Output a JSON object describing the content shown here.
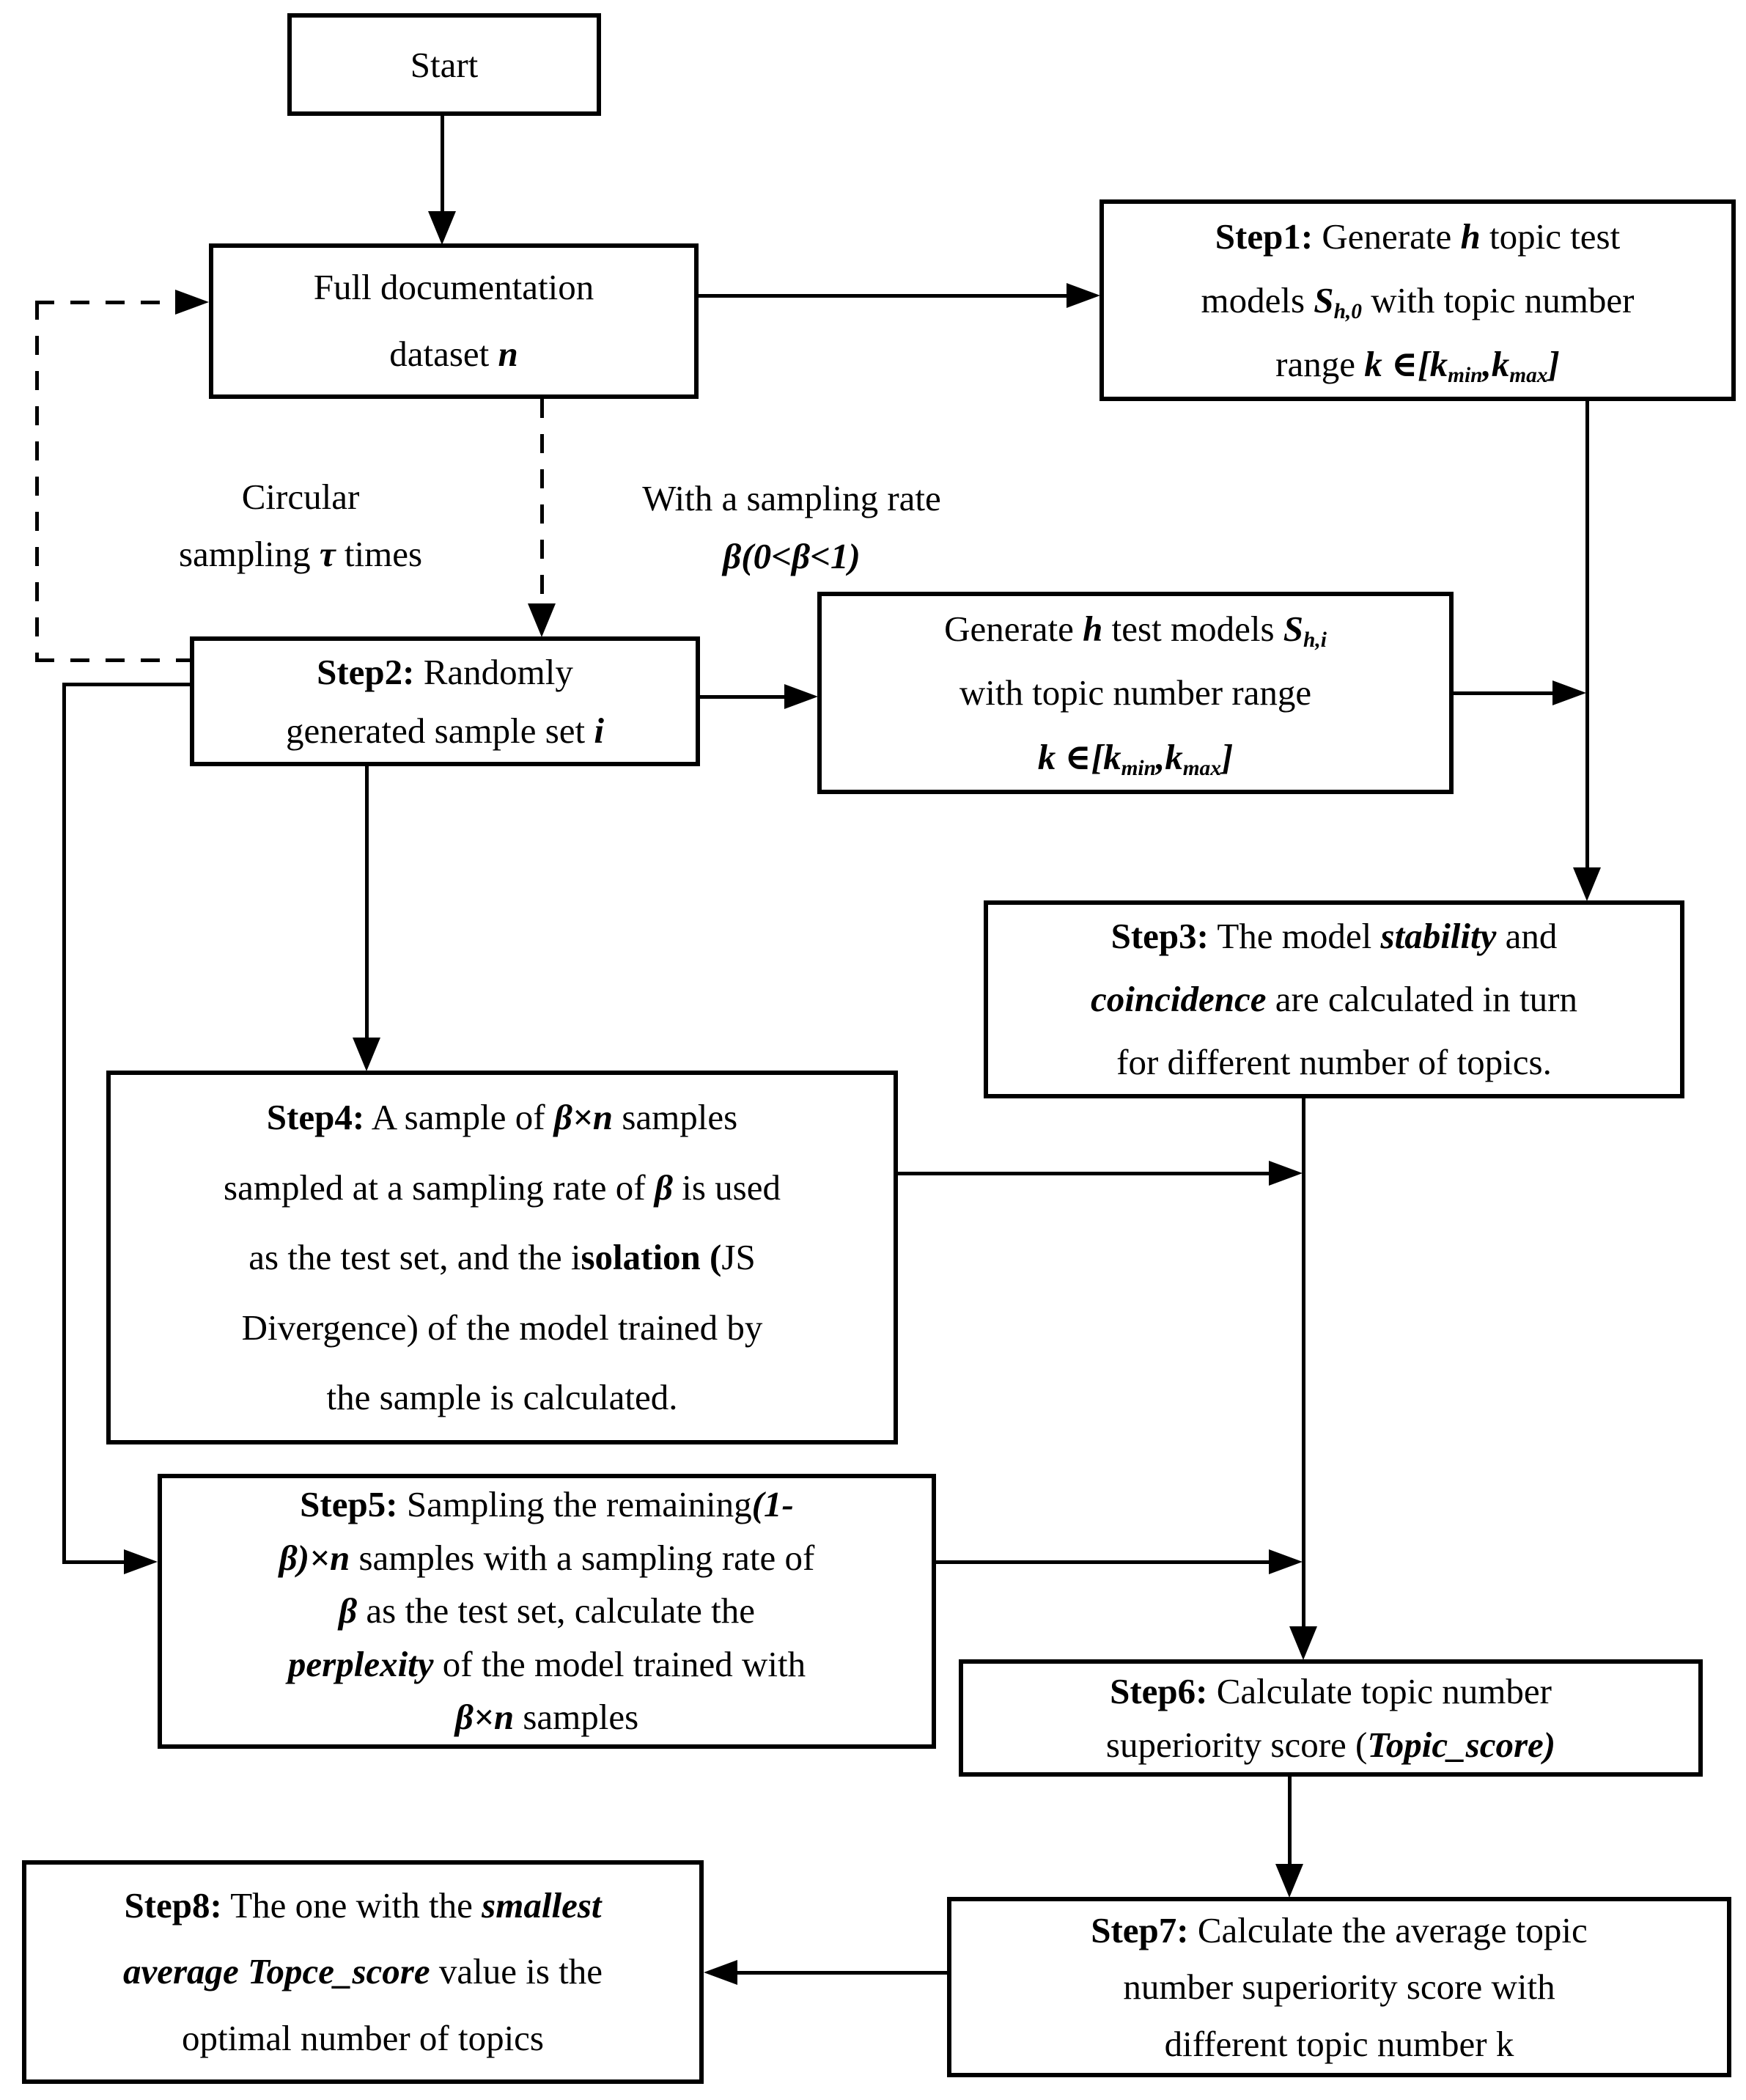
{
  "figure": {
    "type": "flowchart",
    "colors": {
      "background": "#ffffff",
      "stroke": "#000000",
      "text": "#000000"
    }
  },
  "boxes": {
    "start": {
      "lines": [
        [
          {
            "t": "Start",
            "s": "r"
          }
        ]
      ]
    },
    "fulldoc": {
      "lines": [
        [
          {
            "t": "Full documentation",
            "s": "r"
          }
        ],
        [
          {
            "t": "dataset ",
            "s": "r"
          },
          {
            "t": "n",
            "s": "bi"
          }
        ]
      ]
    },
    "step1": {
      "lines": [
        [
          {
            "t": "Step1:",
            "s": "b"
          },
          {
            "t": " Generate ",
            "s": "r"
          },
          {
            "t": "h",
            "s": "bi"
          },
          {
            "t": " topic test",
            "s": "r"
          }
        ],
        [
          {
            "t": "models ",
            "s": "r"
          },
          {
            "t": "S",
            "s": "bi"
          },
          {
            "t": "h,0",
            "s": "bi",
            "sub": true
          },
          {
            "t": " with topic number",
            "s": "r"
          }
        ],
        [
          {
            "t": "range ",
            "s": "r"
          },
          {
            "t": "k",
            "s": "bi"
          },
          {
            "t": " ∈[",
            "s": "bi"
          },
          {
            "t": "k",
            "s": "bi"
          },
          {
            "t": "min",
            "s": "bi",
            "sub": true
          },
          {
            "t": ",",
            "s": "bi"
          },
          {
            "t": "k",
            "s": "bi"
          },
          {
            "t": "max",
            "s": "bi",
            "sub": true
          },
          {
            "t": "]",
            "s": "bi"
          }
        ]
      ]
    },
    "step2": {
      "lines": [
        [
          {
            "t": "Step2:",
            "s": "b"
          },
          {
            "t": " Randomly",
            "s": "r"
          }
        ],
        [
          {
            "t": "generated sample set ",
            "s": "r"
          },
          {
            "t": "i",
            "s": "bi"
          }
        ]
      ]
    },
    "gen": {
      "lines": [
        [
          {
            "t": "Generate ",
            "s": "r"
          },
          {
            "t": "h",
            "s": "bi"
          },
          {
            "t": " test models ",
            "s": "r"
          },
          {
            "t": "S",
            "s": "bi"
          },
          {
            "t": "h,i",
            "s": "bi",
            "sub": true
          }
        ],
        [
          {
            "t": "with topic number range",
            "s": "r"
          }
        ],
        [
          {
            "t": "k",
            "s": "bi"
          },
          {
            "t": " ∈[",
            "s": "bi"
          },
          {
            "t": "k",
            "s": "bi"
          },
          {
            "t": "min",
            "s": "bi",
            "sub": true
          },
          {
            "t": ",",
            "s": "bi"
          },
          {
            "t": "k",
            "s": "bi"
          },
          {
            "t": "max",
            "s": "bi",
            "sub": true
          },
          {
            "t": "]",
            "s": "bi"
          }
        ]
      ]
    },
    "step3": {
      "lines": [
        [
          {
            "t": "Step3:",
            "s": "b"
          },
          {
            "t": " The model ",
            "s": "r"
          },
          {
            "t": "stability",
            "s": "bi"
          },
          {
            "t": " and",
            "s": "r"
          }
        ],
        [
          {
            "t": "coincidence",
            "s": "bi"
          },
          {
            "t": " are calculated in turn",
            "s": "r"
          }
        ],
        [
          {
            "t": "for different number of topics.",
            "s": "r"
          }
        ]
      ]
    },
    "step4": {
      "lines": [
        [
          {
            "t": "Step4:",
            "s": "b"
          },
          {
            "t": " A sample of ",
            "s": "r"
          },
          {
            "t": "β×n",
            "s": "bi"
          },
          {
            "t": " samples",
            "s": "r"
          }
        ],
        [
          {
            "t": "sampled at a sampling rate of ",
            "s": "r"
          },
          {
            "t": "β",
            "s": "bi"
          },
          {
            "t": " is used",
            "s": "r"
          }
        ],
        [
          {
            "t": "as the test set, and the i",
            "s": "r"
          },
          {
            "t": "solation (",
            "s": "b"
          },
          {
            "t": "JS",
            "s": "r"
          }
        ],
        [
          {
            "t": "Divergence) of the model trained by",
            "s": "r"
          }
        ],
        [
          {
            "t": "the sample is calculated.",
            "s": "r"
          }
        ]
      ]
    },
    "step5": {
      "lines": [
        [
          {
            "t": "Step5:",
            "s": "b"
          },
          {
            "t": " Sampling the remaining",
            "s": "r"
          },
          {
            "t": "(1-",
            "s": "bi"
          }
        ],
        [
          {
            "t": "β)×n",
            "s": "bi"
          },
          {
            "t": " samples with a sampling rate of",
            "s": "r"
          }
        ],
        [
          {
            "t": "β",
            "s": "bi"
          },
          {
            "t": " as the test set, calculate the",
            "s": "r"
          }
        ],
        [
          {
            "t": "perplexity",
            "s": "bi"
          },
          {
            "t": " of the model trained with",
            "s": "r"
          }
        ],
        [
          {
            "t": "β×n",
            "s": "bi"
          },
          {
            "t": " samples",
            "s": "r"
          }
        ]
      ]
    },
    "step6": {
      "lines": [
        [
          {
            "t": "Step6:",
            "s": "b"
          },
          {
            "t": " Calculate topic number",
            "s": "r"
          }
        ],
        [
          {
            "t": "superiority score (",
            "s": "r"
          },
          {
            "t": "Topic_score)",
            "s": "bi"
          }
        ]
      ]
    },
    "step7": {
      "lines": [
        [
          {
            "t": "Step7:",
            "s": "b"
          },
          {
            "t": " Calculate the average topic",
            "s": "r"
          }
        ],
        [
          {
            "t": "number superiority score with",
            "s": "r"
          }
        ],
        [
          {
            "t": "different topic number k",
            "s": "r"
          }
        ]
      ]
    },
    "step8": {
      "lines": [
        [
          {
            "t": "Step8:",
            "s": "b"
          },
          {
            "t": " The one with the ",
            "s": "r"
          },
          {
            "t": "smallest",
            "s": "bi"
          }
        ],
        [
          {
            "t": "average Topce_score",
            "s": "bi"
          },
          {
            "t": " value is the",
            "s": "r"
          }
        ],
        [
          {
            "t": "optimal number of topics",
            "s": "r"
          }
        ]
      ]
    }
  },
  "labels": {
    "circular": {
      "lines": [
        [
          {
            "t": "Circular",
            "s": "r"
          }
        ],
        [
          {
            "t": "sampling ",
            "s": "r"
          },
          {
            "t": "τ",
            "s": "bi"
          },
          {
            "t": " times",
            "s": "r"
          }
        ]
      ]
    },
    "rate": {
      "lines": [
        [
          {
            "t": "With a sampling rate",
            "s": "r"
          }
        ],
        [
          {
            "t": "β(0<β<1)",
            "s": "bi"
          }
        ]
      ]
    }
  },
  "edges": [
    {
      "from": "start",
      "to": "fulldoc",
      "style": "solid"
    },
    {
      "from": "fulldoc",
      "to": "step1",
      "style": "solid"
    },
    {
      "from": "fulldoc",
      "to": "step2",
      "style": "dashed",
      "label": "With a sampling rate β(0<β<1)"
    },
    {
      "from": "step2",
      "to": "fulldoc",
      "style": "dashed",
      "label": "Circular sampling τ times"
    },
    {
      "from": "step2",
      "to": "gen",
      "style": "solid"
    },
    {
      "from": "step2",
      "to": "step4",
      "style": "solid"
    },
    {
      "from": "step2",
      "to": "step5",
      "style": "solid"
    },
    {
      "from": "step1",
      "to": "step3",
      "style": "solid"
    },
    {
      "from": "gen",
      "to": "step3",
      "style": "solid"
    },
    {
      "from": "step3",
      "to": "step6",
      "style": "solid"
    },
    {
      "from": "step4",
      "to": "step6",
      "style": "solid"
    },
    {
      "from": "step5",
      "to": "step6",
      "style": "solid"
    },
    {
      "from": "step6",
      "to": "step7",
      "style": "solid"
    },
    {
      "from": "step7",
      "to": "step8",
      "style": "solid"
    }
  ]
}
